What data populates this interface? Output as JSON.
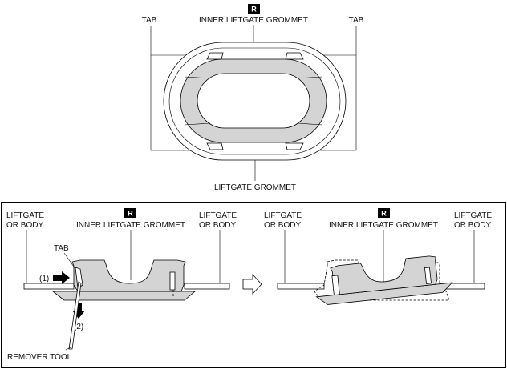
{
  "top": {
    "badge": "R",
    "inner_grommet": "INNER LIFTGATE GROMMET",
    "tab_left": "TAB",
    "tab_right": "TAB",
    "liftgate_grommet": "LIFTGATE GROMMET"
  },
  "bottom_left": {
    "body_left_line1": "LIFTGATE",
    "body_left_line2": "OR BODY",
    "badge": "R",
    "inner_grommet": "INNER LIFTGATE GROMMET",
    "body_right_line1": "LIFTGATE",
    "body_right_line2": "OR BODY",
    "tab": "TAB",
    "step1": "(1)",
    "step2": "(2)",
    "remover_tool": "REMOVER TOOL"
  },
  "bottom_right": {
    "body_left_line1": "LIFTGATE",
    "body_left_line2": "OR BODY",
    "badge": "R",
    "inner_grommet": "INNER LIFTGATE GROMMET",
    "body_right_line1": "LIFTGATE",
    "body_right_line2": "OR BODY"
  }
}
